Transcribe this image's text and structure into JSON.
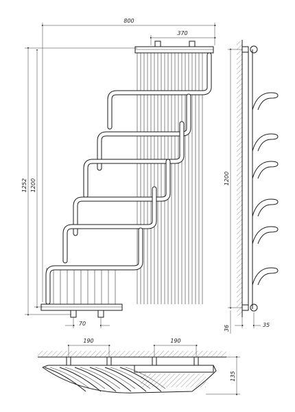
{
  "dimensions": {
    "overall_width": "800",
    "connection_spacing": "370",
    "overall_height": "1252",
    "inner_height": "1200",
    "side_height": "1200",
    "pipe_offset": "70",
    "bottom_offset": "36",
    "wall_offset": "35",
    "plan_spacing_left": "190",
    "plan_spacing_right": "190",
    "plan_depth": "135"
  }
}
